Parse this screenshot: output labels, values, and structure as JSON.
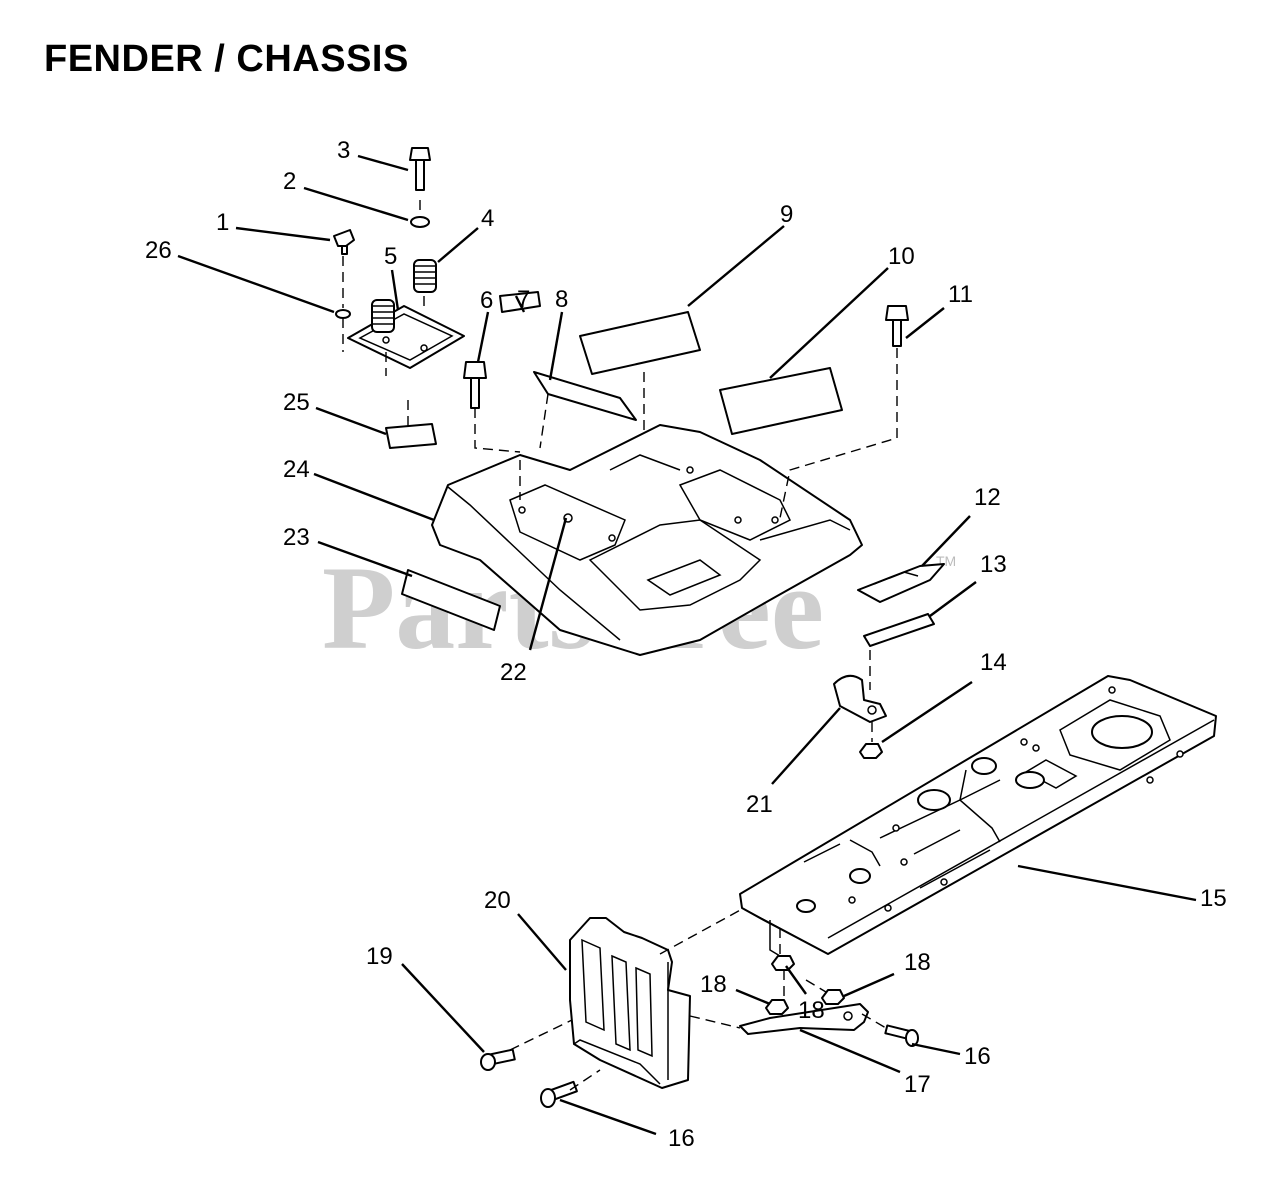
{
  "title": "FENDER / CHASSIS",
  "watermark": "PartsTree",
  "watermark_tm": "TM",
  "callouts": {
    "c1": "1",
    "c2": "2",
    "c3": "3",
    "c4": "4",
    "c5": "5",
    "c6": "6",
    "c7": "7",
    "c8": "8",
    "c9": "9",
    "c10": "10",
    "c11": "11",
    "c12": "12",
    "c13": "13",
    "c14": "14",
    "c15": "15",
    "c16a": "16",
    "c16b": "16",
    "c17": "17",
    "c18a": "18",
    "c18b": "18",
    "c18c": "18",
    "c19": "19",
    "c20": "20",
    "c21": "21",
    "c22": "22",
    "c23": "23",
    "c24": "24",
    "c25": "25",
    "c26": "26"
  }
}
